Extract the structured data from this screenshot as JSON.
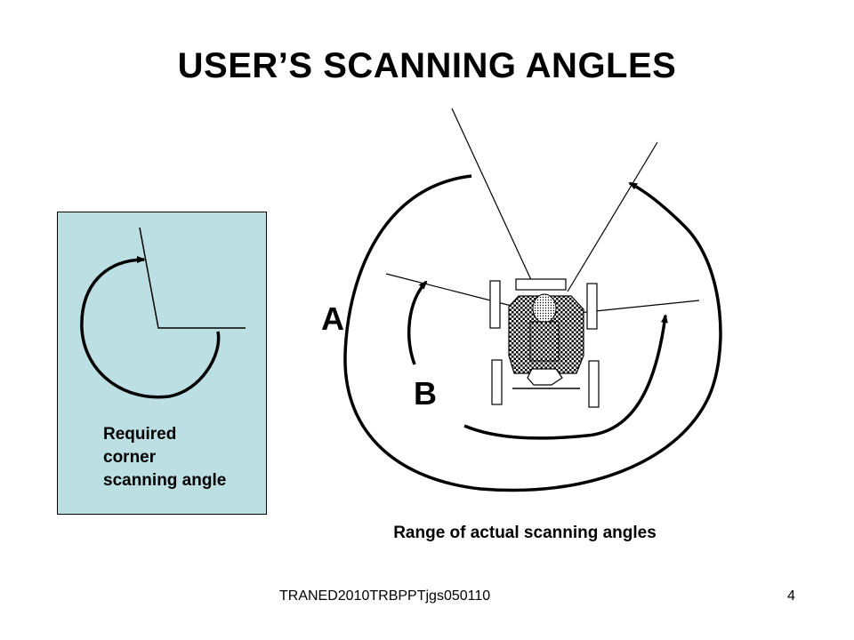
{
  "slide": {
    "title": "USER’S SCANNING ANGLES",
    "panel": {
      "label_lines": [
        "Required",
        "corner",
        "scanning angle"
      ],
      "background": "#bcdfe3"
    },
    "zone_labels": [
      "A",
      "B"
    ],
    "caption": "Range of actual scanning angles",
    "footer": "TRANED2010TRBPPTjgs050110",
    "page_number": "4"
  }
}
